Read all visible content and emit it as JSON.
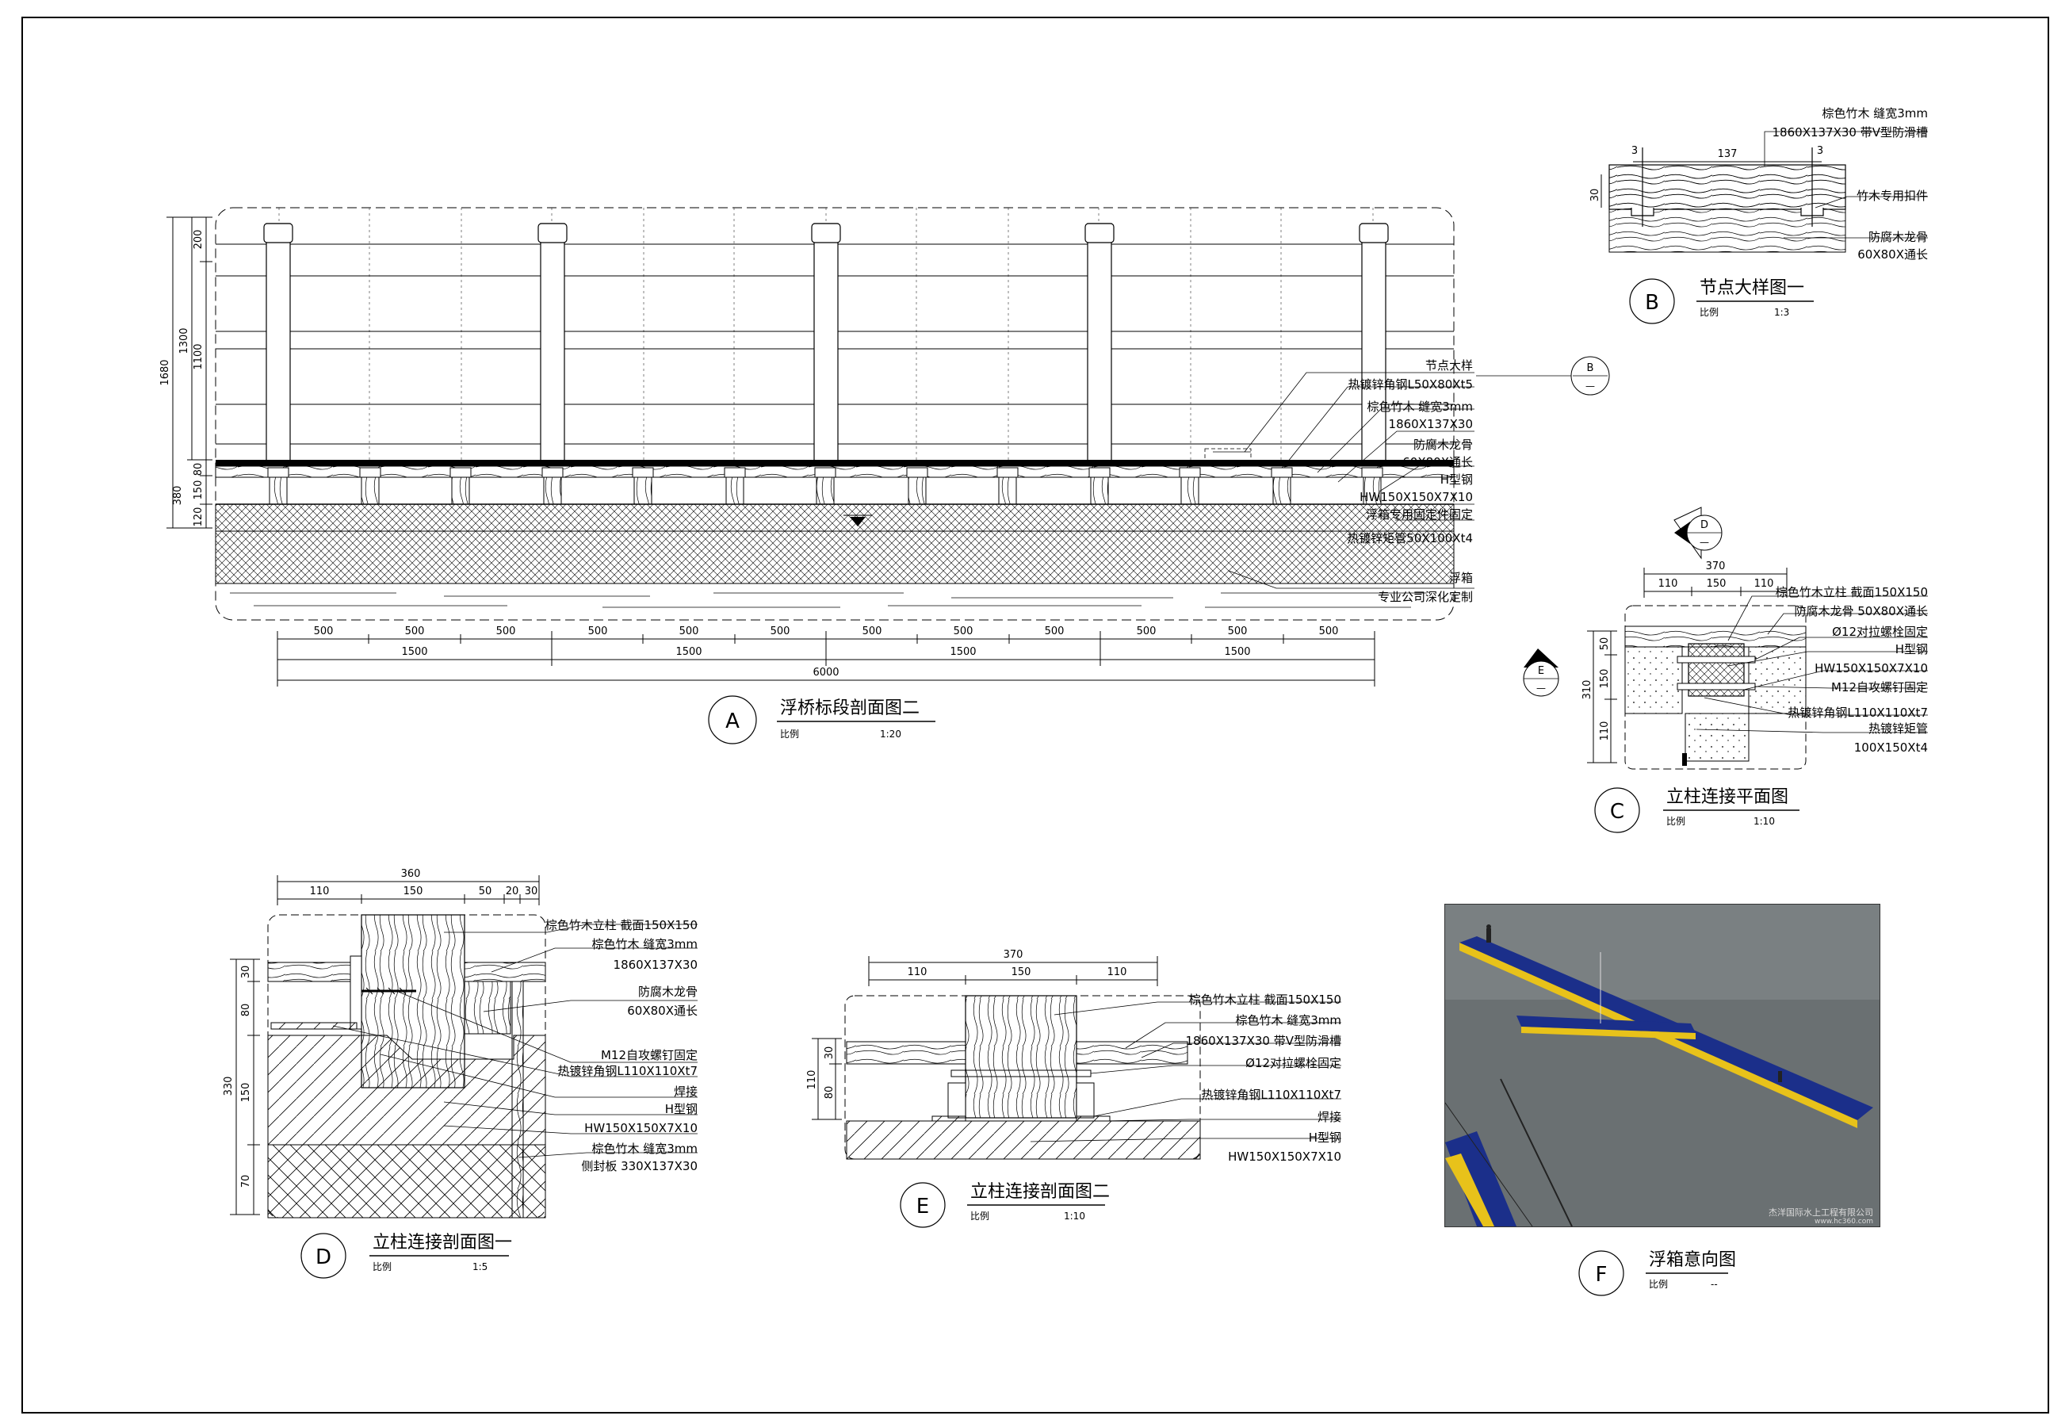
{
  "views": {
    "A": {
      "letter": "A",
      "title": "浮桥标段剖面图二",
      "scale_label": "比例",
      "scale": "1:20",
      "left_dims": [
        "1680",
        "1300",
        "200",
        "1100",
        "380",
        "80",
        "150",
        "120"
      ],
      "bottom_dims_small": [
        "500",
        "500",
        "500",
        "500",
        "500",
        "500",
        "500",
        "500",
        "500",
        "500",
        "500",
        "500"
      ],
      "bottom_dims_mid": [
        "1500",
        "1500",
        "1500",
        "1500"
      ],
      "bottom_dim_total": "6000",
      "callouts": [
        "节点大样",
        "热镀锌角钢L50X80Xt5",
        "棕色竹木 缝宽3mm",
        "1860X137X30",
        "防腐木龙骨",
        "60X80X通长",
        "H型钢",
        "HW150X150X7X10",
        "浮箱专用固定件固定",
        "热镀锌矩管50X100Xt4",
        "浮箱",
        "专业公司深化定制"
      ],
      "ref_B": "B",
      "ref_dash": "—"
    },
    "B": {
      "letter": "B",
      "title": "节点大样图一",
      "scale_label": "比例",
      "scale": "1:3",
      "dims": [
        "3",
        "137",
        "3",
        "30"
      ],
      "callouts": [
        "棕色竹木 缝宽3mm",
        "1860X137X30 带V型防滑槽",
        "竹木专用扣件",
        "防腐木龙骨",
        "60X80X通长"
      ]
    },
    "C": {
      "letter": "C",
      "title": "立柱连接平面图",
      "scale_label": "比例",
      "scale": "1:10",
      "top_dims": [
        "370",
        "110",
        "150",
        "110"
      ],
      "left_dims": [
        "310",
        "50",
        "150",
        "110"
      ],
      "callouts": [
        "棕色竹木立柱 截面150X150",
        "防腐木龙骨 50X80X通长",
        "Ø12对拉螺栓固定",
        "H型钢",
        "HW150X150X7X10",
        "M12自攻螺钉固定",
        "热镀锌角钢L110X110Xt7",
        "热镀锌矩管",
        "100X150Xt4"
      ],
      "ref_D": "D",
      "ref_E": "E",
      "ref_dash": "—"
    },
    "D": {
      "letter": "D",
      "title": "立柱连接剖面图一",
      "scale_label": "比例",
      "scale": "1:5",
      "top_dims": [
        "360",
        "110",
        "150",
        "50",
        "20",
        "30"
      ],
      "left_dims": [
        "30",
        "80",
        "330",
        "150",
        "70"
      ],
      "callouts": [
        "棕色竹木立柱 截面150X150",
        "棕色竹木 缝宽3mm",
        "1860X137X30",
        "防腐木龙骨",
        "60X80X通长",
        "M12自攻螺钉固定",
        "热镀锌角钢L110X110Xt7",
        "焊接",
        "H型钢",
        "HW150X150X7X10",
        "棕色竹木 缝宽3mm",
        "侧封板 330X137X30"
      ]
    },
    "E": {
      "letter": "E",
      "title": "立柱连接剖面图二",
      "scale_label": "比例",
      "scale": "1:10",
      "top_dims": [
        "370",
        "110",
        "150",
        "110"
      ],
      "left_dims": [
        "30",
        "110",
        "80"
      ],
      "callouts": [
        "棕色竹木立柱 截面150X150",
        "棕色竹木 缝宽3mm",
        "1860X137X30 带V型防滑槽",
        "Ø12对拉螺栓固定",
        "热镀锌角钢L110X110Xt7",
        "焊接",
        "H型钢",
        "HW150X150X7X10"
      ]
    },
    "F": {
      "letter": "F",
      "title": "浮箱意向图",
      "scale_label": "比例",
      "scale": "--",
      "watermark_line1": "杰洋国际水上工程有限公司",
      "watermark_line2": "www.hc360.com"
    }
  },
  "colors": {
    "line": "#000000",
    "photo_water": "#5e6466",
    "pontoon_blue": "#1b2f8a",
    "pontoon_yellow": "#e8c21a"
  }
}
